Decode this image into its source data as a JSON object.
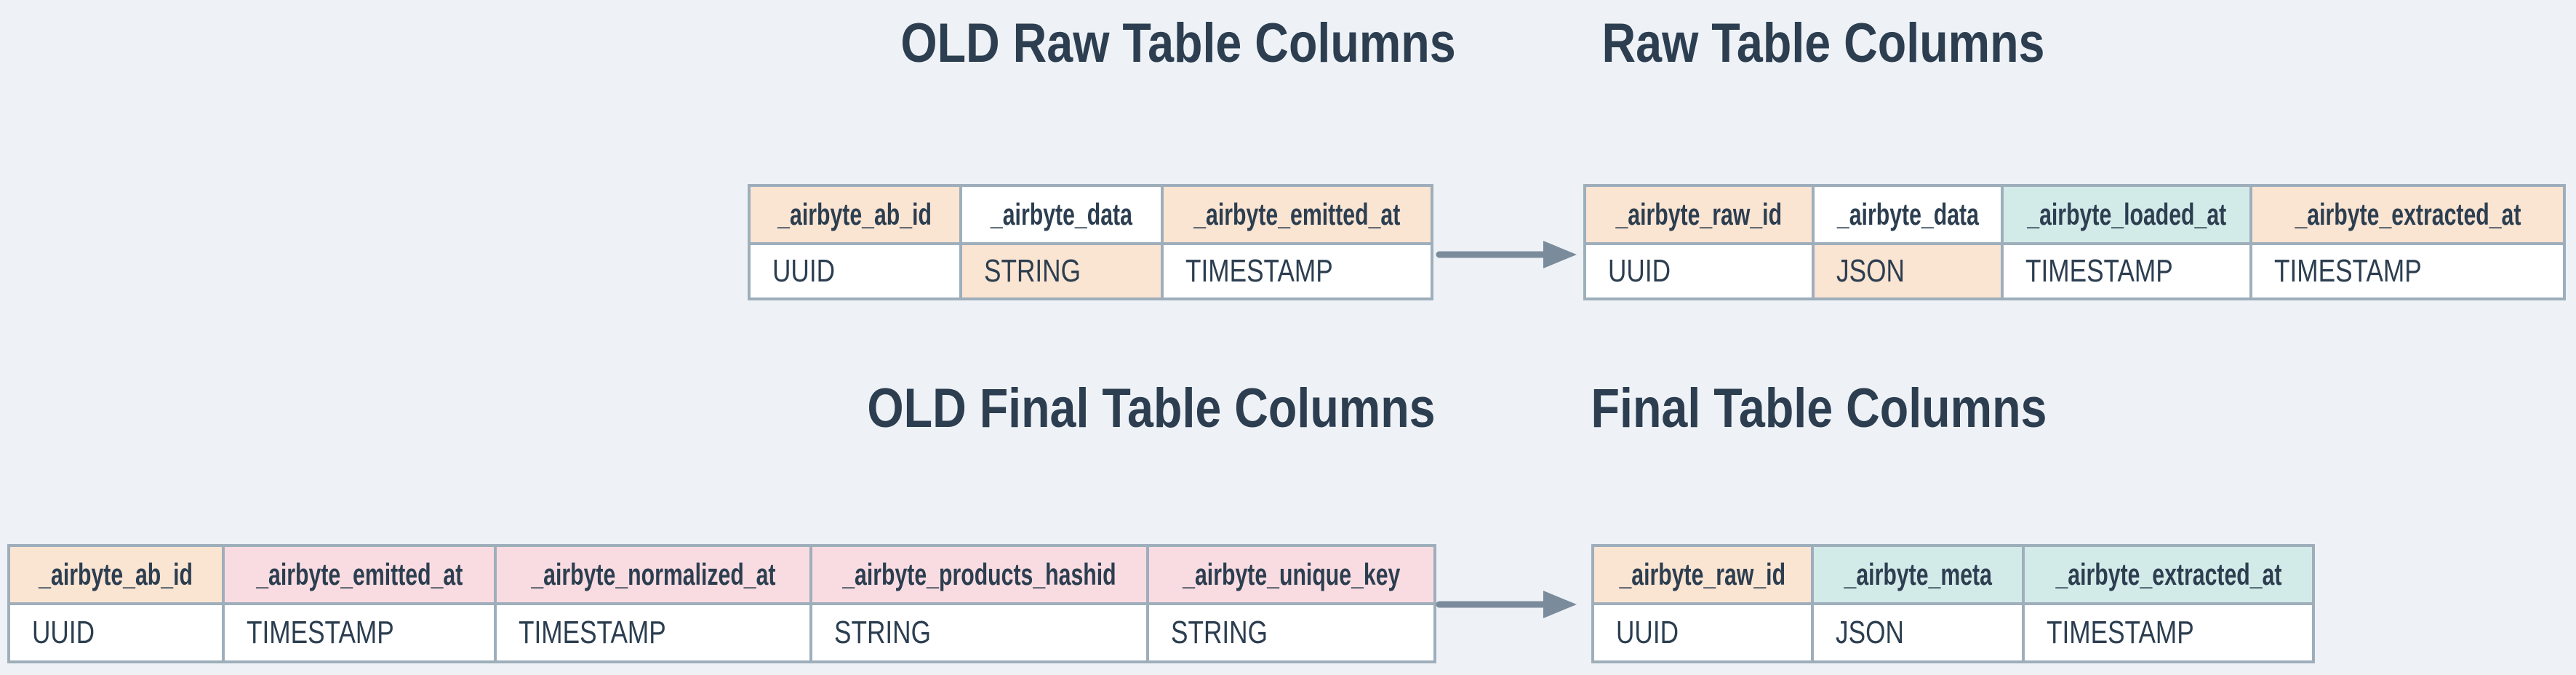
{
  "colors": {
    "background": "#eef2f6",
    "peach": "#fae4d2",
    "pink": "#f8dce1",
    "teal": "#d3ebe8",
    "white": "#ffffff",
    "border": "#9eaebb",
    "text": "#2c3e50",
    "arrow": "#7a8b9c"
  },
  "diagram": {
    "sections": [
      {
        "old_table": {
          "title": "OLD Raw Table Columns",
          "columns": [
            {
              "name": "_airbyte_ab_id",
              "type": "UUID",
              "header_bg": "peach",
              "type_bg": "white"
            },
            {
              "name": "_airbyte_data",
              "type": "STRING",
              "header_bg": "white",
              "type_bg": "peach"
            },
            {
              "name": "_airbyte_emitted_at",
              "type": "TIMESTAMP",
              "header_bg": "peach",
              "type_bg": "white"
            }
          ]
        },
        "new_table": {
          "title": "Raw Table Columns",
          "columns": [
            {
              "name": "_airbyte_raw_id",
              "type": "UUID",
              "header_bg": "peach",
              "type_bg": "white"
            },
            {
              "name": "_airbyte_data",
              "type": "JSON",
              "header_bg": "white",
              "type_bg": "peach"
            },
            {
              "name": "_airbyte_loaded_at",
              "type": "TIMESTAMP",
              "header_bg": "teal",
              "type_bg": "white"
            },
            {
              "name": "_airbyte_extracted_at",
              "type": "TIMESTAMP",
              "header_bg": "peach",
              "type_bg": "white"
            }
          ]
        }
      },
      {
        "old_table": {
          "title": "OLD Final Table Columns",
          "columns": [
            {
              "name": "_airbyte_ab_id",
              "type": "UUID",
              "header_bg": "peach",
              "type_bg": "white"
            },
            {
              "name": "_airbyte_emitted_at",
              "type": "TIMESTAMP",
              "header_bg": "pink",
              "type_bg": "white"
            },
            {
              "name": "_airbyte_normalized_at",
              "type": "TIMESTAMP",
              "header_bg": "pink",
              "type_bg": "white"
            },
            {
              "name": "_airbyte_products_hashid",
              "type": "STRING",
              "header_bg": "pink",
              "type_bg": "white"
            },
            {
              "name": "_airbyte_unique_key",
              "type": "STRING",
              "header_bg": "pink",
              "type_bg": "white"
            }
          ]
        },
        "new_table": {
          "title": "Final Table Columns",
          "columns": [
            {
              "name": "_airbyte_raw_id",
              "type": "UUID",
              "header_bg": "peach",
              "type_bg": "white"
            },
            {
              "name": "_airbyte_meta",
              "type": "JSON",
              "header_bg": "teal",
              "type_bg": "white"
            },
            {
              "name": "_airbyte_extracted_at",
              "type": "TIMESTAMP",
              "header_bg": "teal",
              "type_bg": "white"
            }
          ]
        }
      }
    ]
  }
}
